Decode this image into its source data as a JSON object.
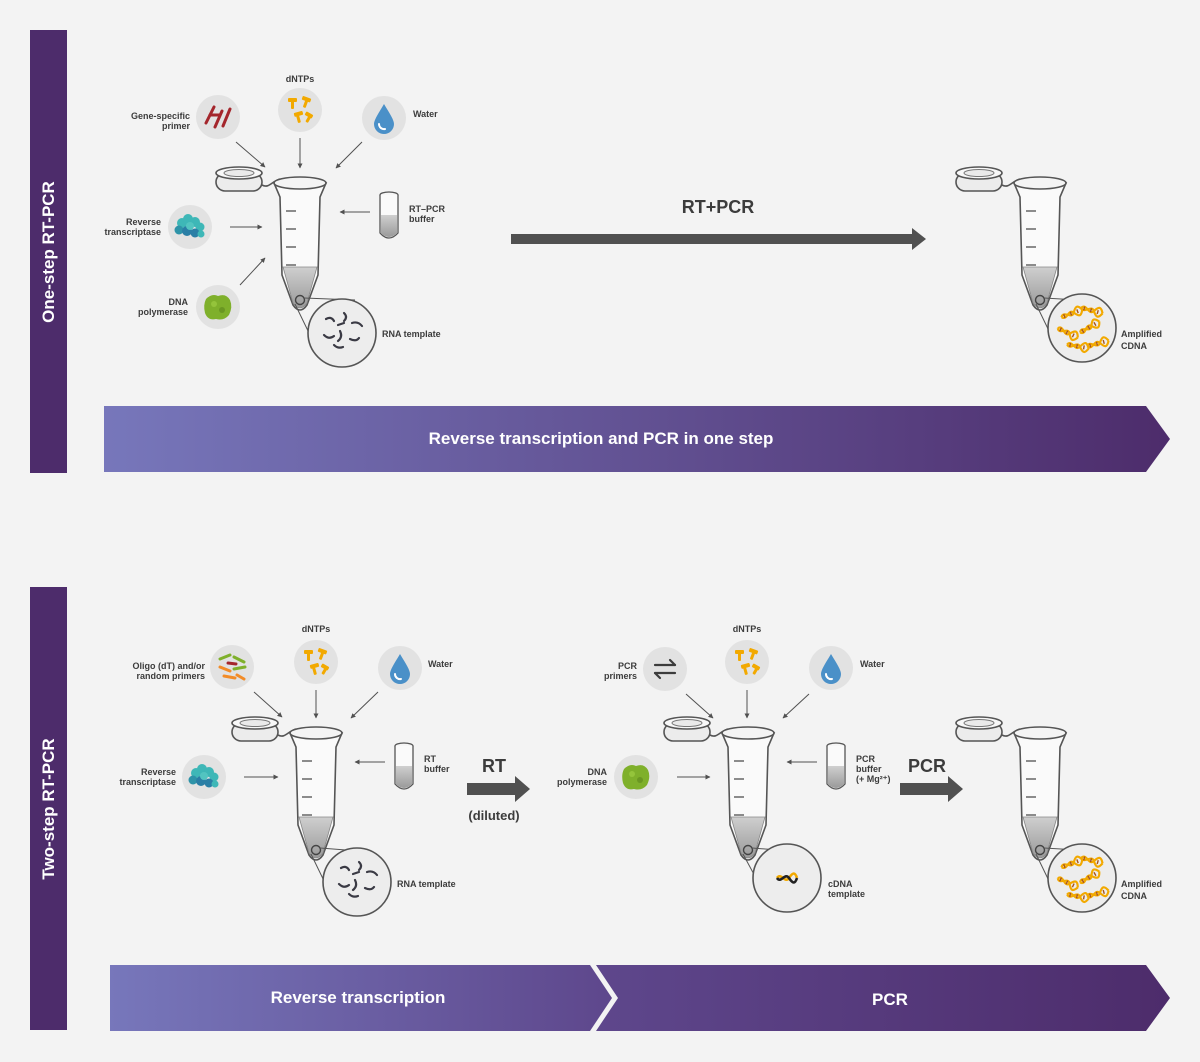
{
  "colors": {
    "background": "#f3f3f3",
    "purple_dark": "#4d2c6b",
    "purple_light": "#7777bb",
    "arrow": "#505050",
    "reagent_circle": "#e2e2e2",
    "primer_red": "#a4262c",
    "dntp_orange": "#f2a900",
    "water_blue": "#4a90c8",
    "enzyme_teal": "#3eb7b7",
    "polymerase_green": "#7fb02b"
  },
  "one_step": {
    "side_label": "One-step RT-PCR",
    "reagents": {
      "gene_primer": [
        "Gene-specific",
        "primer"
      ],
      "dntps": "dNTPs",
      "water": "Water",
      "rt_pcr_buffer": [
        "RT–PCR",
        "buffer"
      ],
      "reverse_transcriptase": [
        "Reverse",
        "transcriptase"
      ],
      "dna_polymerase": [
        "DNA",
        "polymerase"
      ]
    },
    "rna_template": "RNA template",
    "step_label": "RT+PCR",
    "product": [
      "Amplified",
      "CDNA"
    ],
    "band": "Reverse transcription and PCR in one step"
  },
  "two_step": {
    "side_label": "Two-step RT-PCR",
    "rt": {
      "oligo_primers": [
        "Oligo (dT) and/or",
        "random primers"
      ],
      "dntps": "dNTPs",
      "water": "Water",
      "rt_buffer": [
        "RT",
        "buffer"
      ],
      "reverse_transcriptase": [
        "Reverse",
        "transcriptase"
      ],
      "rna_template": "RNA template"
    },
    "rt_arrow": {
      "label": "RT",
      "sub": "(diluted)"
    },
    "pcr": {
      "pcr_primers": [
        "PCR",
        "primers"
      ],
      "dntps": "dNTPs",
      "water": "Water",
      "pcr_buffer": [
        "PCR",
        "buffer",
        "(+ Mg²⁺)"
      ],
      "dna_polymerase": [
        "DNA",
        "polymerase"
      ],
      "cdna_template": [
        "cDNA",
        "template"
      ]
    },
    "pcr_arrow": {
      "label": "PCR"
    },
    "product": [
      "Amplified",
      "CDNA"
    ],
    "band_rt": "Reverse transcription",
    "band_pcr": "PCR"
  }
}
